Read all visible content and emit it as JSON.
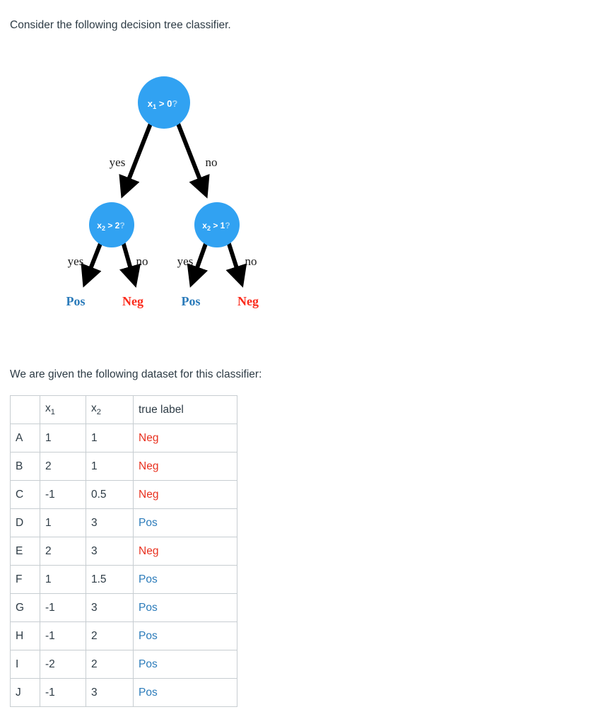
{
  "intro_text": "Consider the following decision tree classifier.",
  "dataset_text": "We are given the following dataset for this classifier:",
  "colors": {
    "node_fill": "#31a2f2",
    "node_question_mark": "#9fd4f8",
    "pos": "#2b7bba",
    "neg": "#e8311f",
    "leaf_neg": "#fb2b1c",
    "edge": "#000000",
    "body_text": "#2d3b45",
    "table_border": "#c7cdd1"
  },
  "tree": {
    "nodes": [
      {
        "id": "root",
        "var": "x",
        "sub": "1",
        "op": ">",
        "value": "0",
        "question": "?",
        "text": "x1 > 0?"
      },
      {
        "id": "left",
        "var": "x",
        "sub": "2",
        "op": ">",
        "value": "2",
        "question": "?",
        "text": "x2 > 2?"
      },
      {
        "id": "right",
        "var": "x",
        "sub": "2",
        "op": ">",
        "value": "1",
        "question": "?",
        "text": "x2 > 1?"
      }
    ],
    "branch_labels": {
      "root_yes": "yes",
      "root_no": "no",
      "left_yes": "yes",
      "left_no": "no",
      "right_yes": "yes",
      "right_no": "no"
    },
    "leaves": [
      {
        "id": "leaf-1",
        "label": "Pos",
        "class": "pos"
      },
      {
        "id": "leaf-2",
        "label": "Neg",
        "class": "neg"
      },
      {
        "id": "leaf-3",
        "label": "Pos",
        "class": "pos"
      },
      {
        "id": "leaf-4",
        "label": "Neg",
        "class": "neg"
      }
    ]
  },
  "table": {
    "headers": [
      "",
      "x1",
      "x2",
      "true label"
    ],
    "header_display": {
      "blank": "",
      "x1_base": "x",
      "x1_sub": "1",
      "x2_base": "x",
      "x2_sub": "2",
      "true_label": "true label"
    },
    "rows": [
      {
        "id": "A",
        "x1": "1",
        "x2": "1",
        "label": "Neg"
      },
      {
        "id": "B",
        "x1": "2",
        "x2": "1",
        "label": "Neg"
      },
      {
        "id": "C",
        "x1": "-1",
        "x2": "0.5",
        "label": "Neg"
      },
      {
        "id": "D",
        "x1": "1",
        "x2": "3",
        "label": "Pos"
      },
      {
        "id": "E",
        "x1": "2",
        "x2": "3",
        "label": "Neg"
      },
      {
        "id": "F",
        "x1": "1",
        "x2": "1.5",
        "label": "Pos"
      },
      {
        "id": "G",
        "x1": "-1",
        "x2": "3",
        "label": "Pos"
      },
      {
        "id": "H",
        "x1": "-1",
        "x2": "2",
        "label": "Pos"
      },
      {
        "id": "I",
        "x1": "-2",
        "x2": "2",
        "label": "Pos"
      },
      {
        "id": "J",
        "x1": "-1",
        "x2": "3",
        "label": "Pos"
      }
    ]
  }
}
